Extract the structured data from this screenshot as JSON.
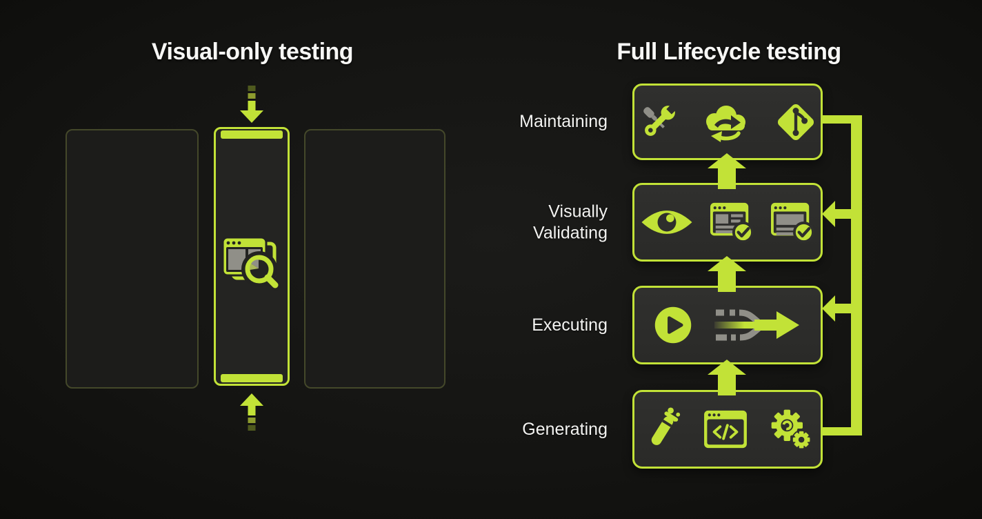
{
  "colors": {
    "accent": "#c2e237",
    "accent_dim": "#8d9c2e",
    "accent_dimmest": "#4f5a1e",
    "background": "#131311",
    "box_fill": "#2e2e2c",
    "panel_fill": "#1c1c1a",
    "panel_border": "#44482a",
    "icon_gray": "#908f88",
    "text": "#f3f3f1"
  },
  "left": {
    "title": "Visual-only testing",
    "panels": [
      {
        "name": "side-panel-left",
        "highlighted": false
      },
      {
        "name": "center-panel",
        "highlighted": true,
        "icon": "browser-magnifier-icon"
      },
      {
        "name": "side-panel-right",
        "highlighted": false
      }
    ],
    "arrows": [
      "dashed-arrow-down-into-top",
      "dashed-arrow-up-into-bottom"
    ]
  },
  "right": {
    "title": "Full Lifecycle testing",
    "stages": [
      {
        "label": "Maintaining",
        "icons": [
          "tools-icon",
          "cloud-sync-icon",
          "git-branch-icon"
        ]
      },
      {
        "label": "Visually Validating",
        "icons": [
          "eye-icon",
          "browser-check-icon",
          "browser-check-icon"
        ]
      },
      {
        "label": "Executing",
        "icons": [
          "play-icon",
          "pipeline-merge-icon"
        ]
      },
      {
        "label": "Generating",
        "icons": [
          "test-tube-icon",
          "code-window-icon",
          "gears-icon"
        ]
      }
    ],
    "flow": {
      "between_stage_arrows": "upward",
      "feedback_loop": [
        "from-maintaining-right",
        "into-visually-validating",
        "into-executing",
        "from-generating-right"
      ]
    }
  }
}
